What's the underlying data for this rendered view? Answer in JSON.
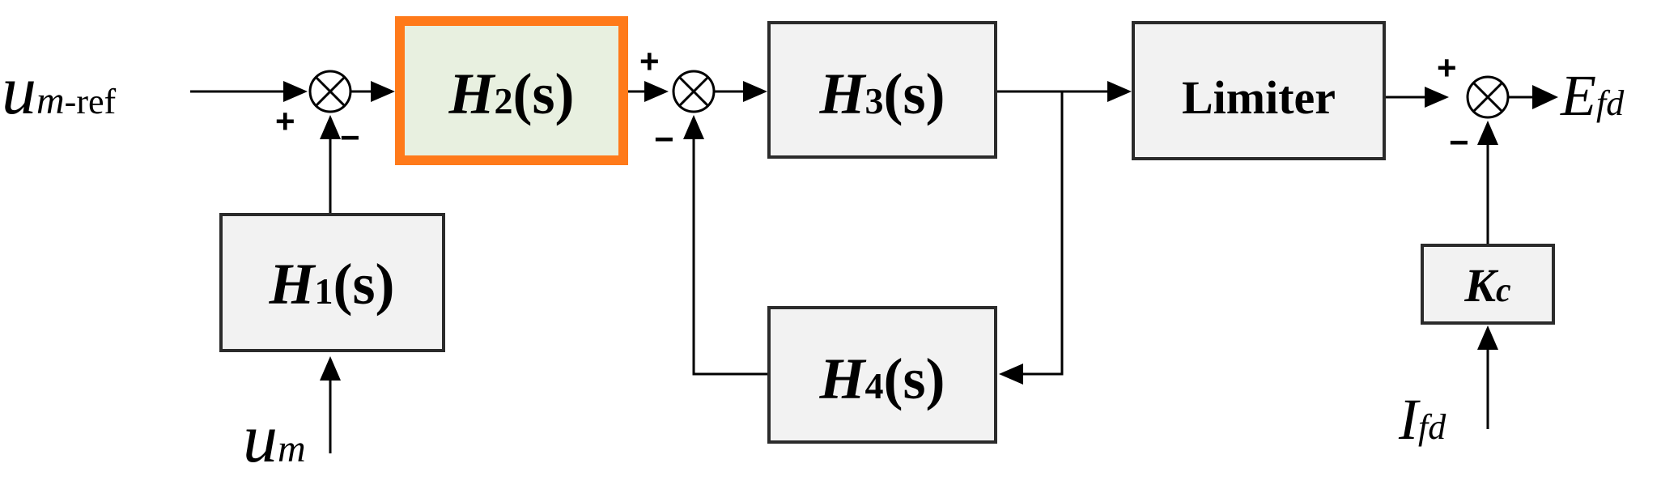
{
  "blocks": {
    "h1": {
      "letter": "H",
      "sub": "1",
      "arg": "(s)"
    },
    "h2": {
      "letter": "H",
      "sub": "2",
      "arg": "(s)",
      "highlight_color": "#ff7a1a"
    },
    "h3": {
      "letter": "H",
      "sub": "3",
      "arg": "(s)"
    },
    "h4": {
      "letter": "H",
      "sub": "4",
      "arg": "(s)"
    },
    "limiter": {
      "label": "Limiter"
    },
    "kc": {
      "letter": "K",
      "sub": "c"
    }
  },
  "signals": {
    "um_ref": {
      "main": "u",
      "sub": "m",
      "suffix": "-ref"
    },
    "um": {
      "main": "u",
      "sub": "m"
    },
    "efd": {
      "main": "E",
      "sub": "fd"
    },
    "ifd": {
      "main": "I",
      "sub": "fd"
    }
  },
  "signs": {
    "sum1_top": "+",
    "sum1_bottom": "−",
    "sum2_top": "+",
    "sum2_bottom": "−",
    "sum3_top": "+",
    "sum3_bottom": "−"
  }
}
